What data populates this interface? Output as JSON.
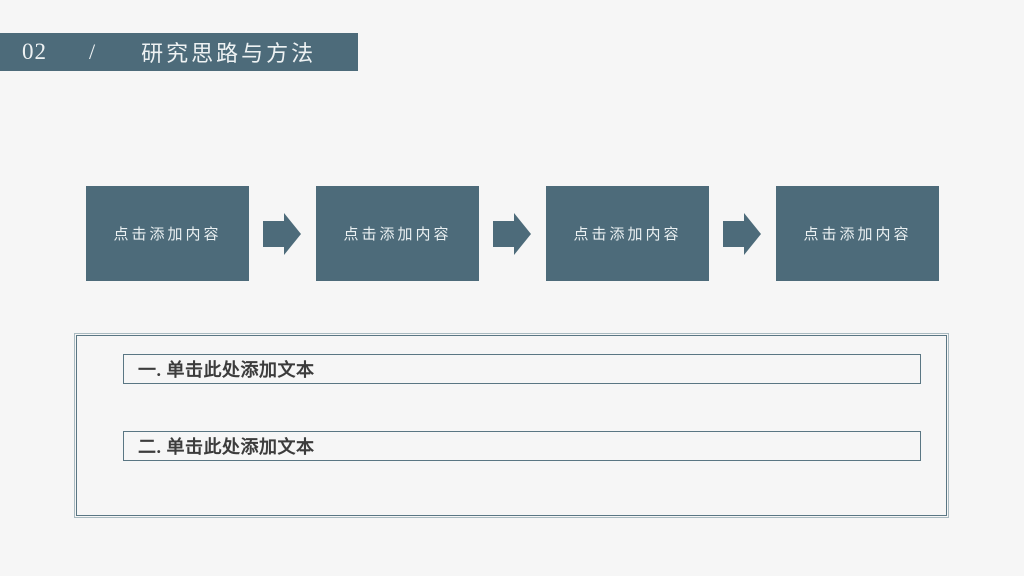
{
  "colors": {
    "bg": "#f6f6f6",
    "accent": "#4d6b7a",
    "header_text": "#eef2f3",
    "box_text": "#eaf0f2",
    "panel_outer_border": "#a9bac0",
    "panel_inner_border": "#5a7683",
    "field_border": "#5a7683",
    "field_text": "#3c3c3c"
  },
  "header": {
    "number": "02",
    "separator": "/",
    "title": "研究思路与方法"
  },
  "flow": {
    "boxes": [
      {
        "label": "点击添加内容"
      },
      {
        "label": "点击添加内容"
      },
      {
        "label": "点击添加内容"
      },
      {
        "label": "点击添加内容"
      }
    ]
  },
  "notes": {
    "items": [
      {
        "label": "一. 单击此处添加文本"
      },
      {
        "label": "二. 单击此处添加文本"
      }
    ]
  }
}
